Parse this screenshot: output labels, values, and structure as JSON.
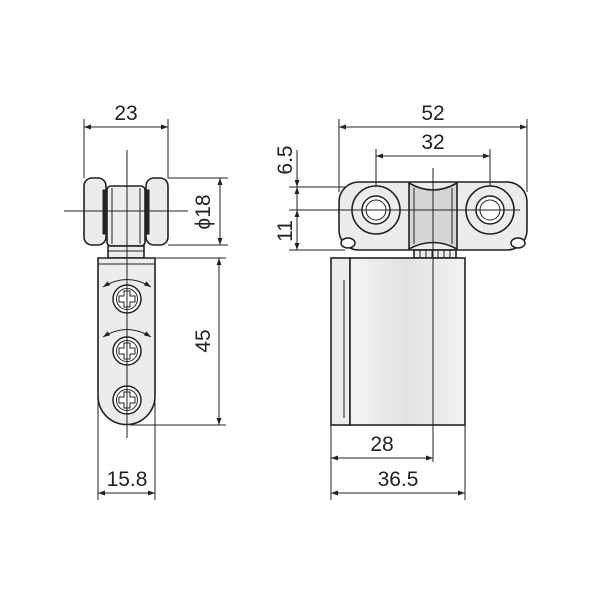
{
  "labels": {
    "side_width": "23",
    "wheel_diameter": "ϕ18",
    "body_height": "45",
    "plate_width": "15.8",
    "overall_width": "52",
    "wheel_spacing": "32",
    "wheel_offset": "6.5",
    "head_height": "11",
    "body_half_width": "28",
    "body_width": "36.5"
  }
}
